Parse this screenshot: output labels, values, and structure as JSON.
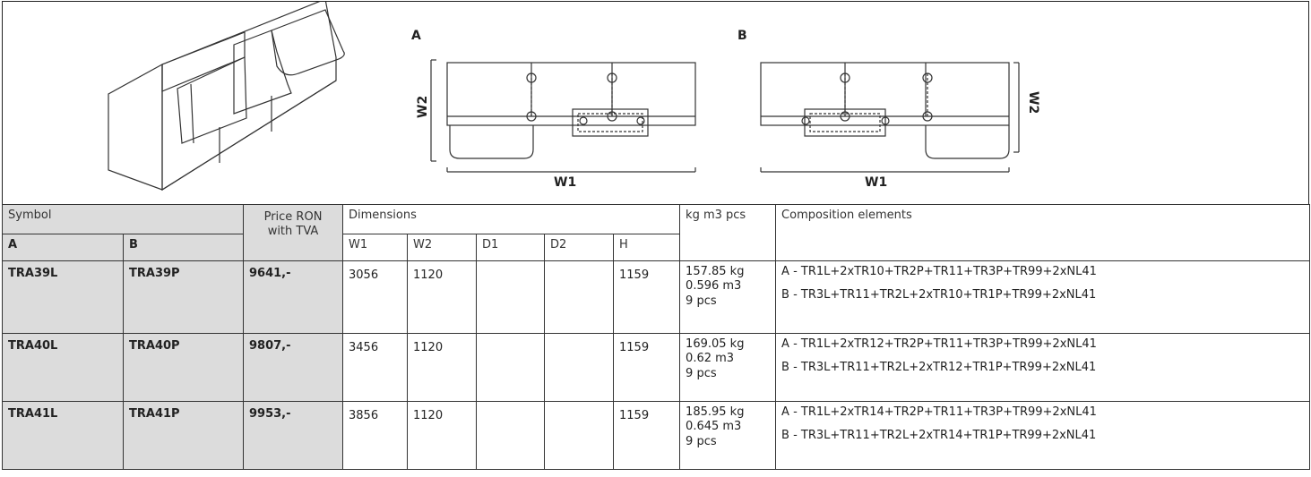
{
  "drawings": {
    "label_a": "A",
    "label_b": "B",
    "w1": "W1",
    "w2": "W2"
  },
  "header": {
    "symbol": "Symbol",
    "price_line1": "Price RON",
    "price_line2": "with TVA",
    "dimensions": "Dimensions",
    "kg_m3_pcs": "kg m3 pcs",
    "composition": "Composition elements",
    "col_a": "A",
    "col_b": "B",
    "w1": "W1",
    "w2": "W2",
    "d1": "D1",
    "d2": "D2",
    "h": "H"
  },
  "rows": [
    {
      "a": "TRA39L",
      "b": "TRA39P",
      "price": "9641,-",
      "w1": "3056",
      "w2": "1120",
      "d1": "",
      "d2": "",
      "h": "1159",
      "kg": "157.85 kg",
      "m3": "0.596 m3",
      "pcs": "9 pcs",
      "comp_a": "A - TR1L+2xTR10+TR2P+TR11+TR3P+TR99+2xNL41",
      "comp_b": "B - TR3L+TR11+TR2L+2xTR10+TR1P+TR99+2xNL41"
    },
    {
      "a": "TRA40L",
      "b": "TRA40P",
      "price": "9807,-",
      "w1": "3456",
      "w2": "1120",
      "d1": "",
      "d2": "",
      "h": "1159",
      "kg": "169.05 kg",
      "m3": "0.62 m3",
      "pcs": "9 pcs",
      "comp_a": "A - TR1L+2xTR12+TR2P+TR11+TR3P+TR99+2xNL41",
      "comp_b": "B - TR3L+TR11+TR2L+2xTR12+TR1P+TR99+2xNL41"
    },
    {
      "a": "TRA41L",
      "b": "TRA41P",
      "price": "9953,-",
      "w1": "3856",
      "w2": "1120",
      "d1": "",
      "d2": "",
      "h": "1159",
      "kg": "185.95 kg",
      "m3": "0.645 m3",
      "pcs": "9 pcs",
      "comp_a": "A - TR1L+2xTR14+TR2P+TR11+TR3P+TR99+2xNL41",
      "comp_b": "B - TR3L+TR11+TR2L+2xTR14+TR1P+TR99+2xNL41"
    }
  ]
}
